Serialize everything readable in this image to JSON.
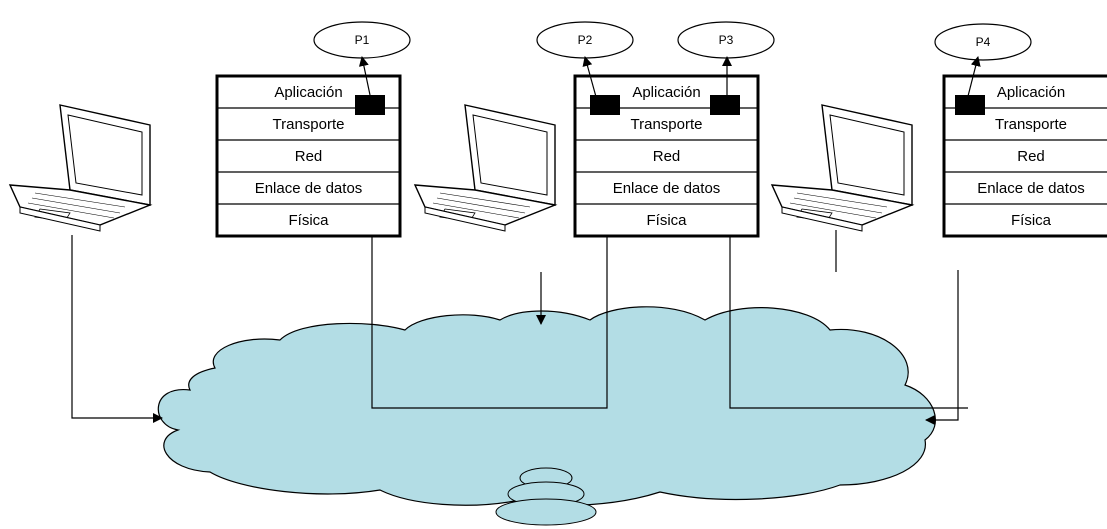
{
  "diagram": {
    "processes": [
      {
        "id": "p1",
        "label": "P1"
      },
      {
        "id": "p2",
        "label": "P2"
      },
      {
        "id": "p3",
        "label": "P3"
      },
      {
        "id": "p4",
        "label": "P4"
      }
    ],
    "stacks": [
      {
        "id": "stack-1",
        "layers": [
          "Aplicación",
          "Transporte",
          "Red",
          "Enlace de datos",
          "Física"
        ]
      },
      {
        "id": "stack-2",
        "layers": [
          "Aplicación",
          "Transporte",
          "Red",
          "Enlace de datos",
          "Física"
        ]
      },
      {
        "id": "stack-3",
        "layers": [
          "Aplicación",
          "Transporte",
          "Red",
          "Enlace de datos",
          "Física"
        ]
      }
    ],
    "colors": {
      "cloud_fill": "#b3dde5",
      "cloud_stroke": "#000000",
      "line": "#000000",
      "box_fill": "#ffffff",
      "port_fill": "#000000"
    }
  }
}
